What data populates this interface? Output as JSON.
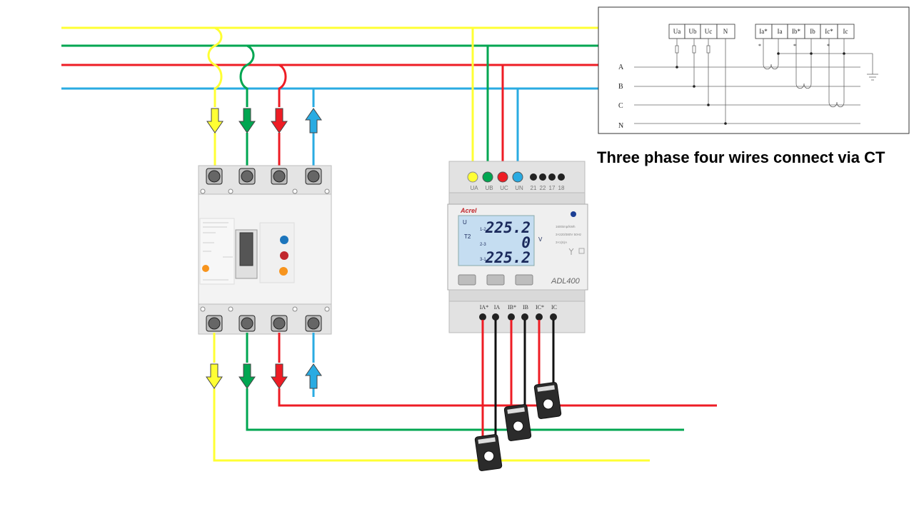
{
  "caption": "Three phase four wires connect via CT",
  "colors": {
    "phase_a": "#ffff33",
    "phase_b": "#00a651",
    "phase_c": "#ee1c24",
    "neutral": "#29abe2",
    "ct_lead_red": "#ee1c24",
    "ct_lead_black": "#111111"
  },
  "schematic": {
    "voltage_terminals": [
      "Ua",
      "Ub",
      "Uc",
      "N"
    ],
    "current_terminals": [
      "Ia*",
      "Ia",
      "Ib*",
      "Ib",
      "Ic*",
      "Ic"
    ],
    "line_labels": [
      "A",
      "B",
      "C",
      "N"
    ],
    "polarity_mark": "*"
  },
  "meter": {
    "brand": "Acrel",
    "model": "ADL400",
    "top_terminals": [
      "UA",
      "UB",
      "UC",
      "UN"
    ],
    "aux_terminals": [
      "21",
      "22",
      "17",
      "18"
    ],
    "bottom_terminals": [
      "IA*",
      "IA",
      "IB*",
      "IB",
      "IC*",
      "IC"
    ],
    "display": {
      "rows": [
        {
          "label": "1-2",
          "value": "225.2"
        },
        {
          "label": "2-3",
          "value": "0"
        },
        {
          "label": "3-1",
          "value": "225.2"
        }
      ],
      "indicator_top": "U",
      "tariff": "T2",
      "unit": "V"
    },
    "spec_lines": [
      "1600imp/kWh",
      "3×220/380V 50Hz",
      "3×1(6)A"
    ],
    "buttons": [
      "button-1",
      "button-2",
      "button-3"
    ]
  }
}
